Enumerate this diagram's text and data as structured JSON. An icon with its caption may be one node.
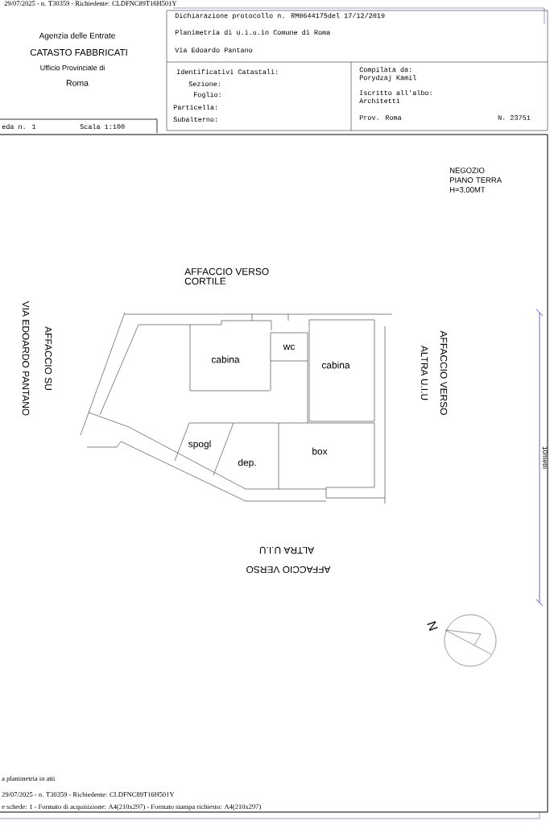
{
  "diagram": {
    "labels": [
      "29/07/2025 - n. T30359 - Richiedente: CLDFNC89T16H501Y",
      "Dichiarazione protocollo n. RM0644175del 17/12/2019",
      "Agenzia delle Entrate",
      "CATASTO FABBRICATI",
      "Ufficio Provinciale di",
      "Roma",
      "Planimetria di u.i.u.in Comune di Roma",
      "Via Edoardo Pantano",
      "Identificativi Catastali:",
      "Sezione:",
      "Foglio:",
      "Particella:",
      "Subalterno:",
      "Compilata da:",
      "Porydzaj Kamil",
      "Iscritto all'albo:",
      "Architetti",
      "Prov. Roma",
      "N. 23751",
      "eda n. 1",
      "Scala 1:100",
      "NEGOZIO PIANO TERRA H=3,00MT",
      "AFFACCIO VERSO CORTILE",
      "VIA EDOARDO PANTANO",
      "AFFACCIO SU",
      "AFFACCIO VERSO",
      "ALTRA U.I.U",
      "cabina",
      "wc",
      "cabina",
      "spogl",
      "dep.",
      "box",
      "ALTRA U.I.U",
      "AFFACCIO VERSO",
      "N",
      "10metri",
      "a planimetria in atti",
      "29/07/2025 - n. T30359 - Richiedente: CLDFNC89T16H501Y",
      "e schede: 1 - Formato di acquisizione: A4(210x297)  - Formato stampa richiesto: A4(210x297)"
    ]
  }
}
